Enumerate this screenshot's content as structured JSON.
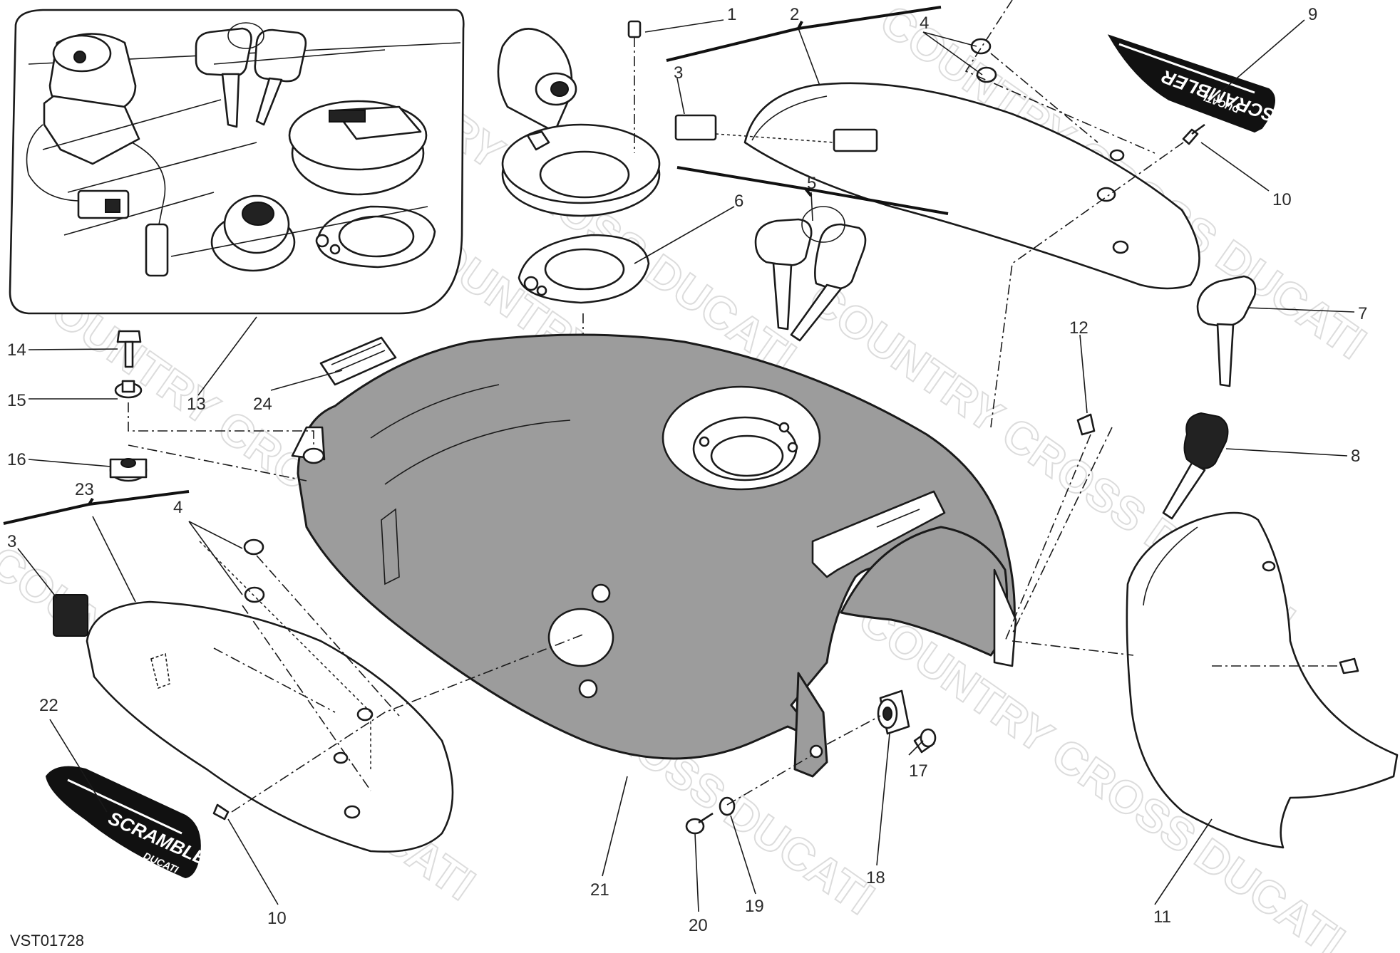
{
  "diagram": {
    "code": "VST01728",
    "watermark": "COUNTRY CROSS DUCATI",
    "decal_text": "SCRAMBLER",
    "decal_brand": "DUCATI",
    "callouts": [
      "1",
      "2",
      "3",
      "4",
      "5",
      "6",
      "7",
      "8",
      "9",
      "10",
      "11",
      "12",
      "13",
      "14",
      "15",
      "16",
      "17",
      "18",
      "19",
      "20",
      "21",
      "22",
      "23",
      "24",
      "3",
      "4",
      "10"
    ]
  }
}
